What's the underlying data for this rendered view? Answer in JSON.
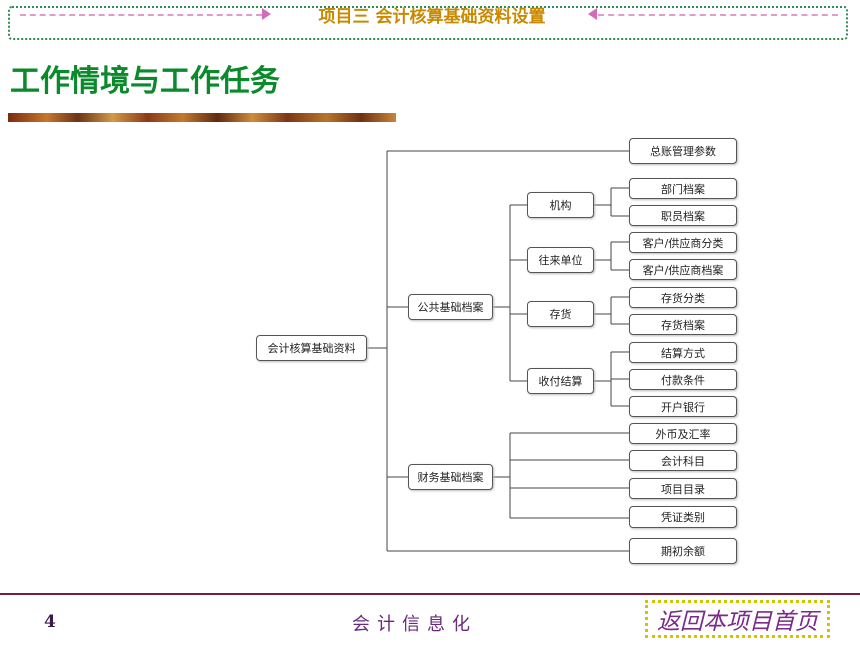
{
  "header": {
    "project_title": "项目三 会计核算基础资料设置",
    "page_title": "工作情境与工作任务"
  },
  "diagram": {
    "root": "会计核算基础资料",
    "public_archive": "公共基础档案",
    "finance_archive": "财务基础档案",
    "org": "机构",
    "contacts": "往来单位",
    "inventory": "存货",
    "settlement": "收付结算",
    "ledger_params": "总账管理参数",
    "dept": "部门档案",
    "staff": "职员档案",
    "cust_class": "客户/供应商分类",
    "cust_archive": "客户/供应商档案",
    "inv_class": "存货分类",
    "inv_archive": "存货档案",
    "settle_method": "结算方式",
    "pay_terms": "付款条件",
    "bank": "开户银行",
    "currency": "外币及汇率",
    "subjects": "会计科目",
    "items": "项目目录",
    "voucher_types": "凭证类别",
    "opening_balance": "期初余额"
  },
  "footer": {
    "page_number": "4",
    "text": "会计信息化",
    "home_link": "返回本项目首页"
  }
}
